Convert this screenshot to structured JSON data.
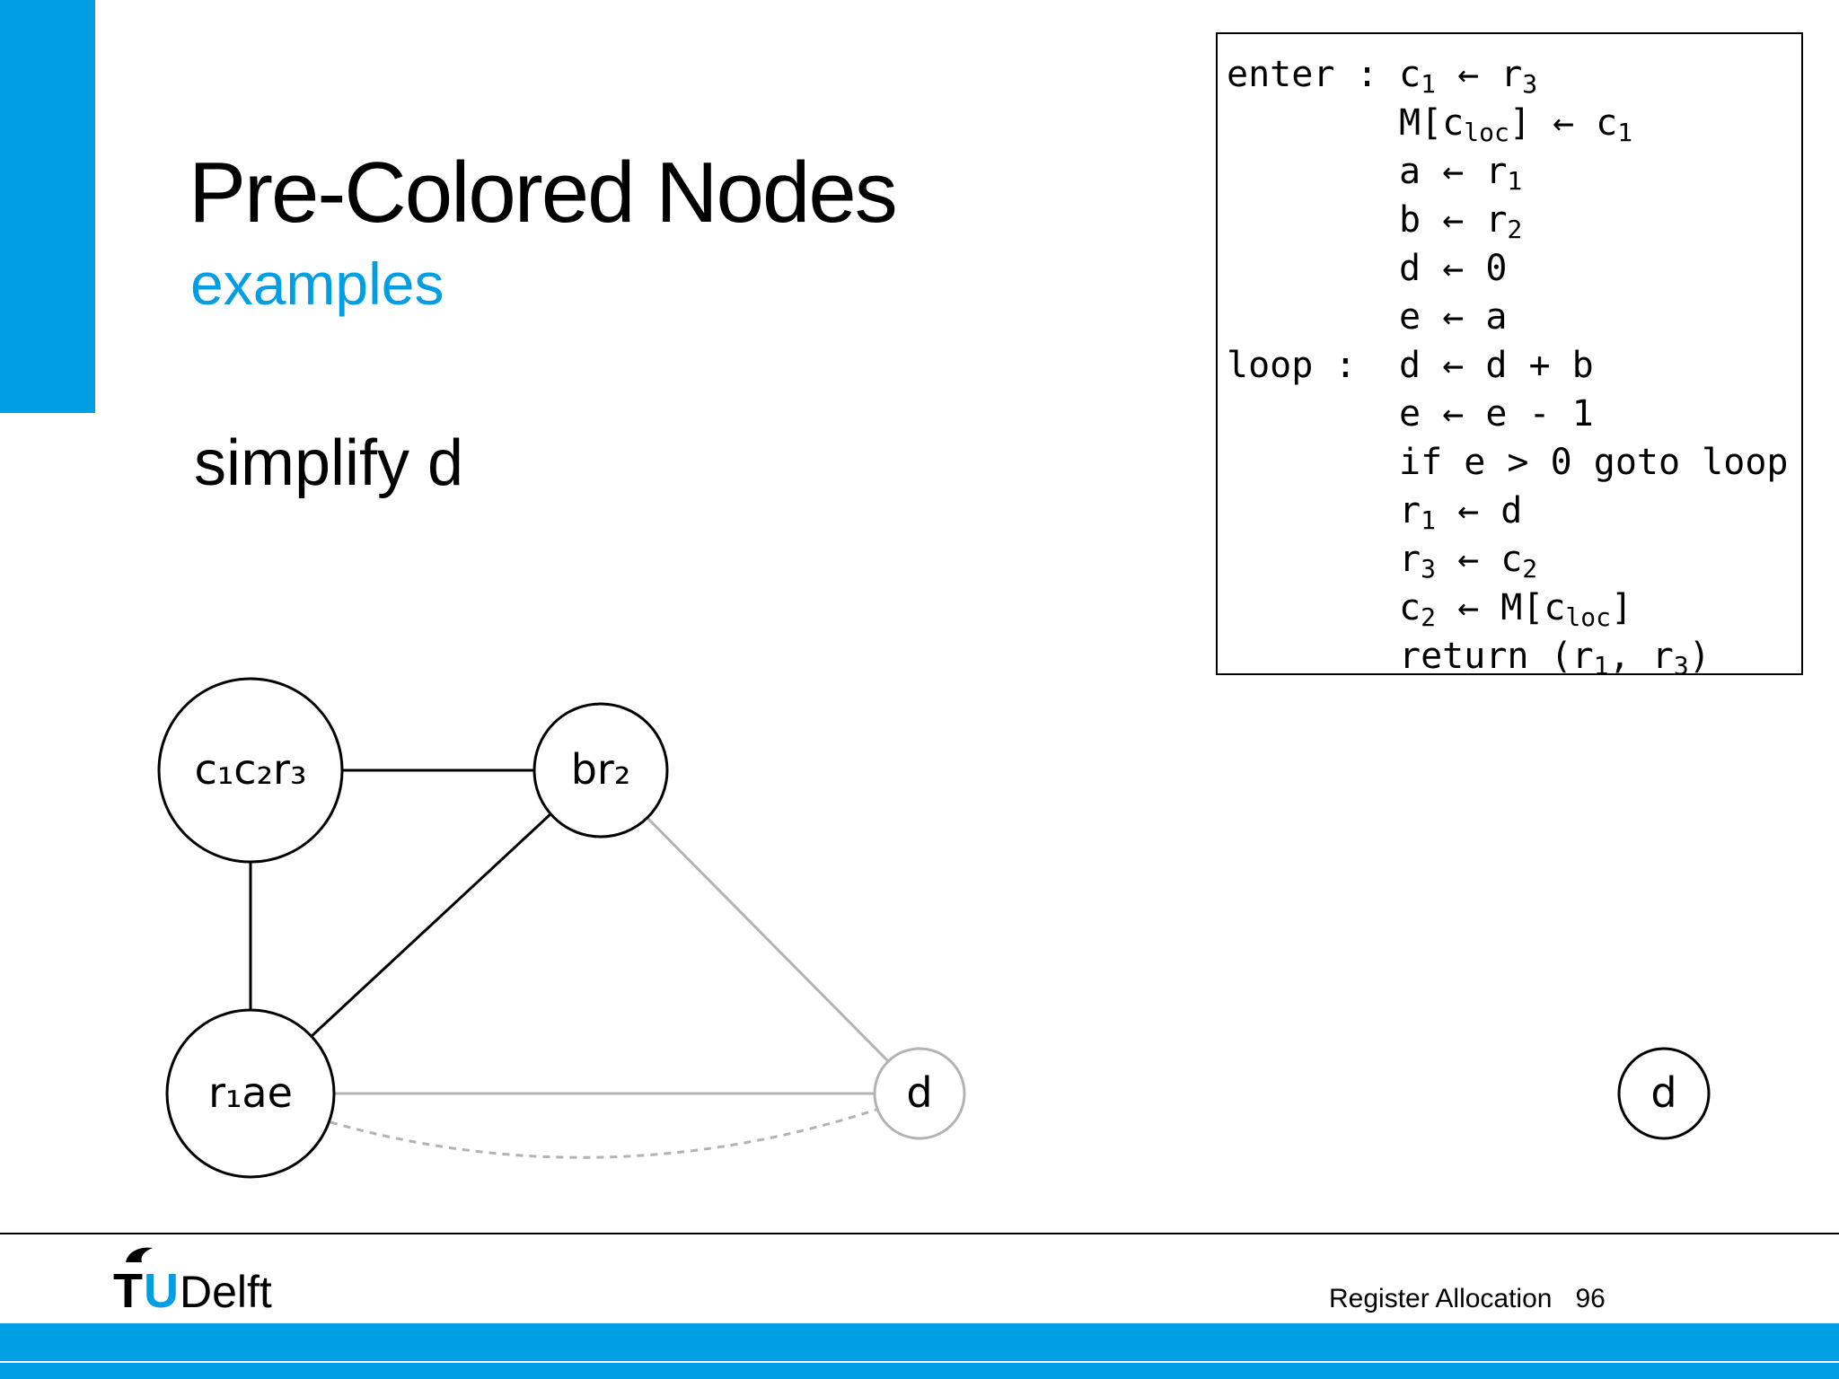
{
  "slide": {
    "title": "Pre-Colored Nodes",
    "subtitle": "examples",
    "step": "simplify d"
  },
  "code": {
    "lines": [
      {
        "label": "enter :",
        "stmt": "c₁ ← r₃"
      },
      {
        "label": "",
        "stmt": "M[cₗₒ꜀] ← c₁"
      },
      {
        "label": "",
        "stmt": "a ← r₁"
      },
      {
        "label": "",
        "stmt": "b ← r₂"
      },
      {
        "label": "",
        "stmt": "d ← 0"
      },
      {
        "label": "",
        "stmt": "e ← a"
      },
      {
        "label": "loop :",
        "stmt": "d ← d + b"
      },
      {
        "label": "",
        "stmt": "e ← e - 1"
      },
      {
        "label": "",
        "stmt": "if e > 0 goto loop"
      },
      {
        "label": "",
        "stmt": "r₁ ← d"
      },
      {
        "label": "",
        "stmt": "r₃ ← c₂"
      },
      {
        "label": "",
        "stmt": "c₂ ← M[cₗₒ꜀]"
      },
      {
        "label": "",
        "stmt": "return (r₁, r₃)"
      }
    ]
  },
  "graph": {
    "nodes": {
      "c1c2r3": "c₁c₂r₃",
      "br2": "br₂",
      "r1ae": "r₁ae",
      "d": "d",
      "stack_d": "d"
    }
  },
  "footer": {
    "logo": "TUDelft",
    "course": "Register Allocation",
    "page": "96"
  },
  "colors": {
    "accent": "#009ee3",
    "removed": "#b3b3b3"
  }
}
